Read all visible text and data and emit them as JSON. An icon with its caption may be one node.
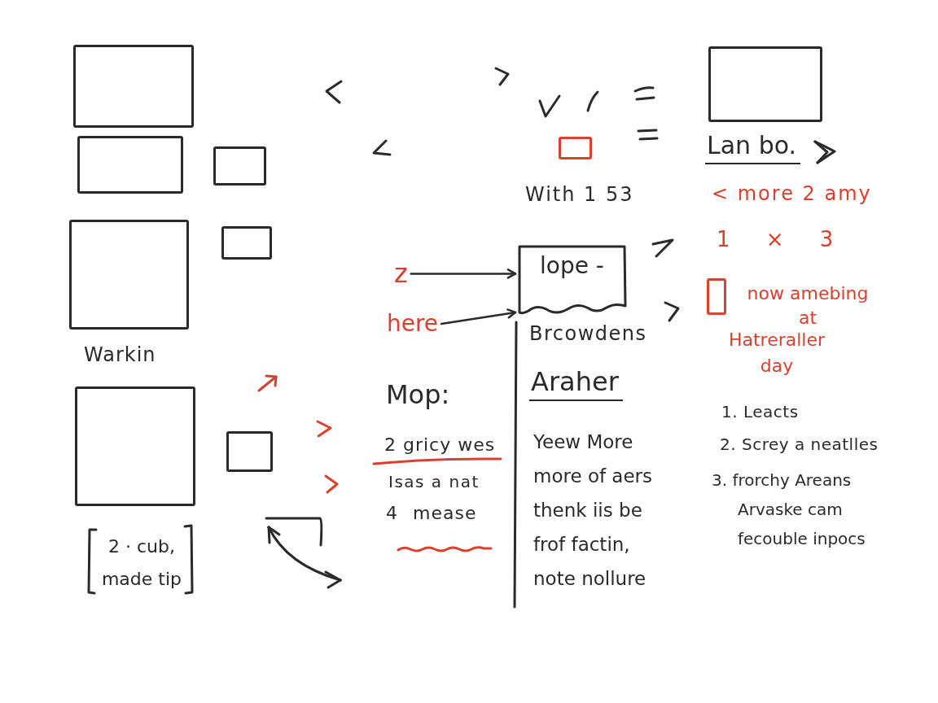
{
  "diagram": {
    "nodes": [
      {
        "text": [],
        "shape": "box"
      },
      {
        "text": [],
        "shape": "box"
      },
      {
        "text": [],
        "shape": "box"
      },
      {
        "text": [],
        "shape": "box"
      },
      {
        "text": [],
        "shape": "box",
        "beside": [
          "With 1 53"
        ]
      },
      {
        "text": [],
        "shape": "box",
        "beside": [
          "Warkin"
        ]
      },
      {
        "text": [],
        "shape": "box"
      },
      {
        "text": [
          "lope -"
        ]
      },
      {
        "text": [
          "z"
        ]
      },
      {
        "text": [],
        "shape": "box",
        "beside": [
          "now amebing at",
          "Hatreraller day"
        ]
      },
      {
        "text": [
          "here"
        ]
      },
      {
        "text": [],
        "shape": "box",
        "beside": [
          "2 · cub, made tip"
        ]
      },
      {
        "text": [],
        "shape": "box"
      }
    ],
    "edges": [
      {
        "from": 8,
        "to": 7,
        "arrow": "to"
      },
      {
        "from": 10,
        "to": 7,
        "arrow": "to"
      }
    ],
    "labels": [
      "Lan bo.",
      "< more 2 amy",
      "1 × 3",
      "Mop:",
      "2 gricy wes",
      "Isas a nat",
      "4 mease",
      "Brcowdens",
      "Araher",
      "Yeew More more of aers thenk iis be frof factin, note nollure",
      "1. Leacts",
      "2. Screy a neatlles",
      "3. frorchy Areans Arvaske cam fecouble inpocs"
    ]
  }
}
